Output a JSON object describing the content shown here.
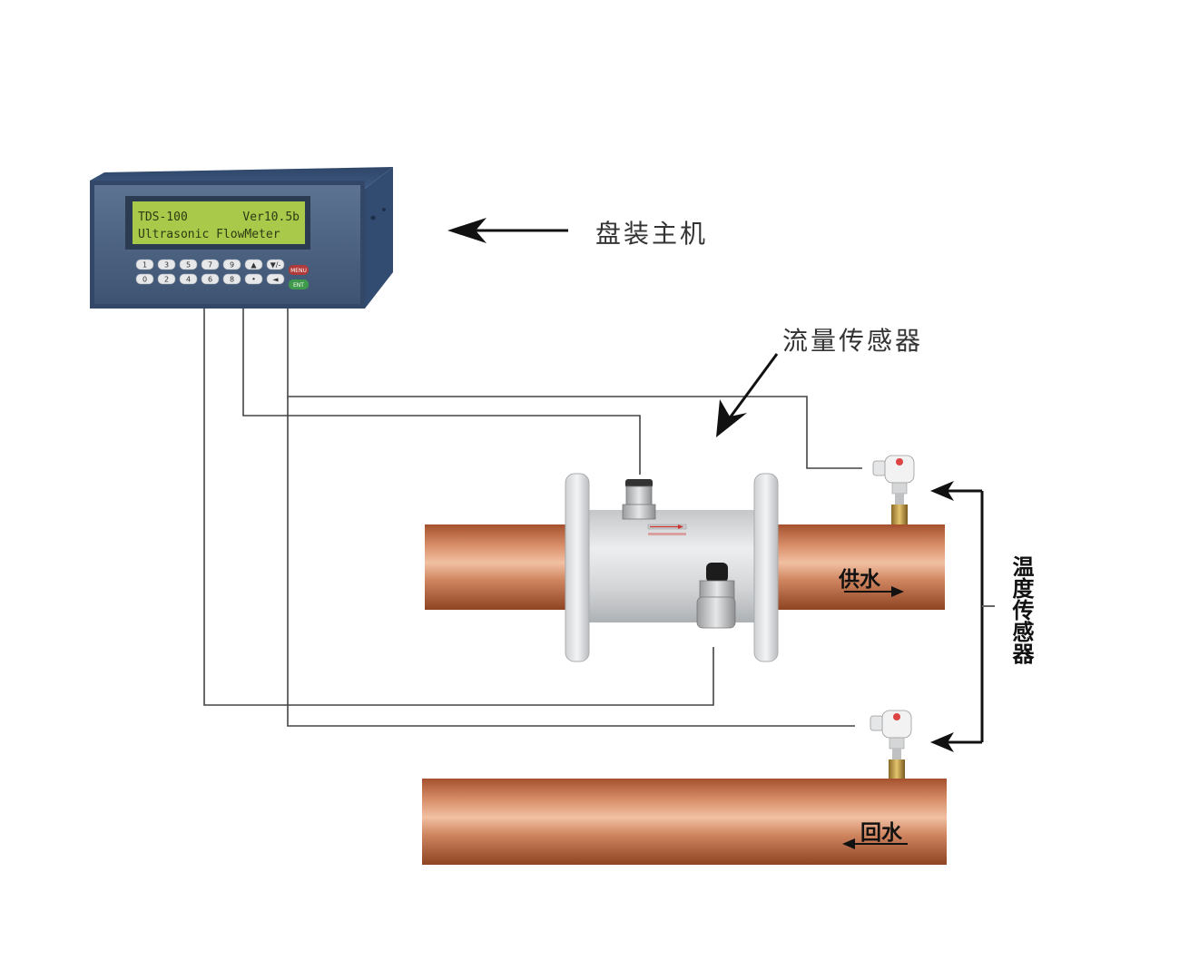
{
  "labels": {
    "host_unit": "盘装主机",
    "flow_sensor": "流量传感器",
    "temp_sensor": "温度传感器",
    "supply_water": "供水",
    "return_water": "回水"
  },
  "device": {
    "lcd_line1_left": "TDS-100",
    "lcd_line1_right": "Ver10.5b",
    "lcd_line2": "Ultrasonic FlowMeter",
    "keys_row1": [
      "1",
      "3",
      "5",
      "7",
      "9",
      "▲",
      "▼/-"
    ],
    "keys_row2": [
      "0",
      "2",
      "4",
      "6",
      "8",
      "•",
      "◄"
    ],
    "menu_key": "MENU",
    "ent_key": "ENT"
  },
  "colors": {
    "panel_front": "#4a6180",
    "panel_side": "#3a5378",
    "lcd_bg": "#a9c94a",
    "pipe_copper": "#c57a52",
    "wire": "#444444",
    "flowmeter_body": "#d6d8da"
  }
}
